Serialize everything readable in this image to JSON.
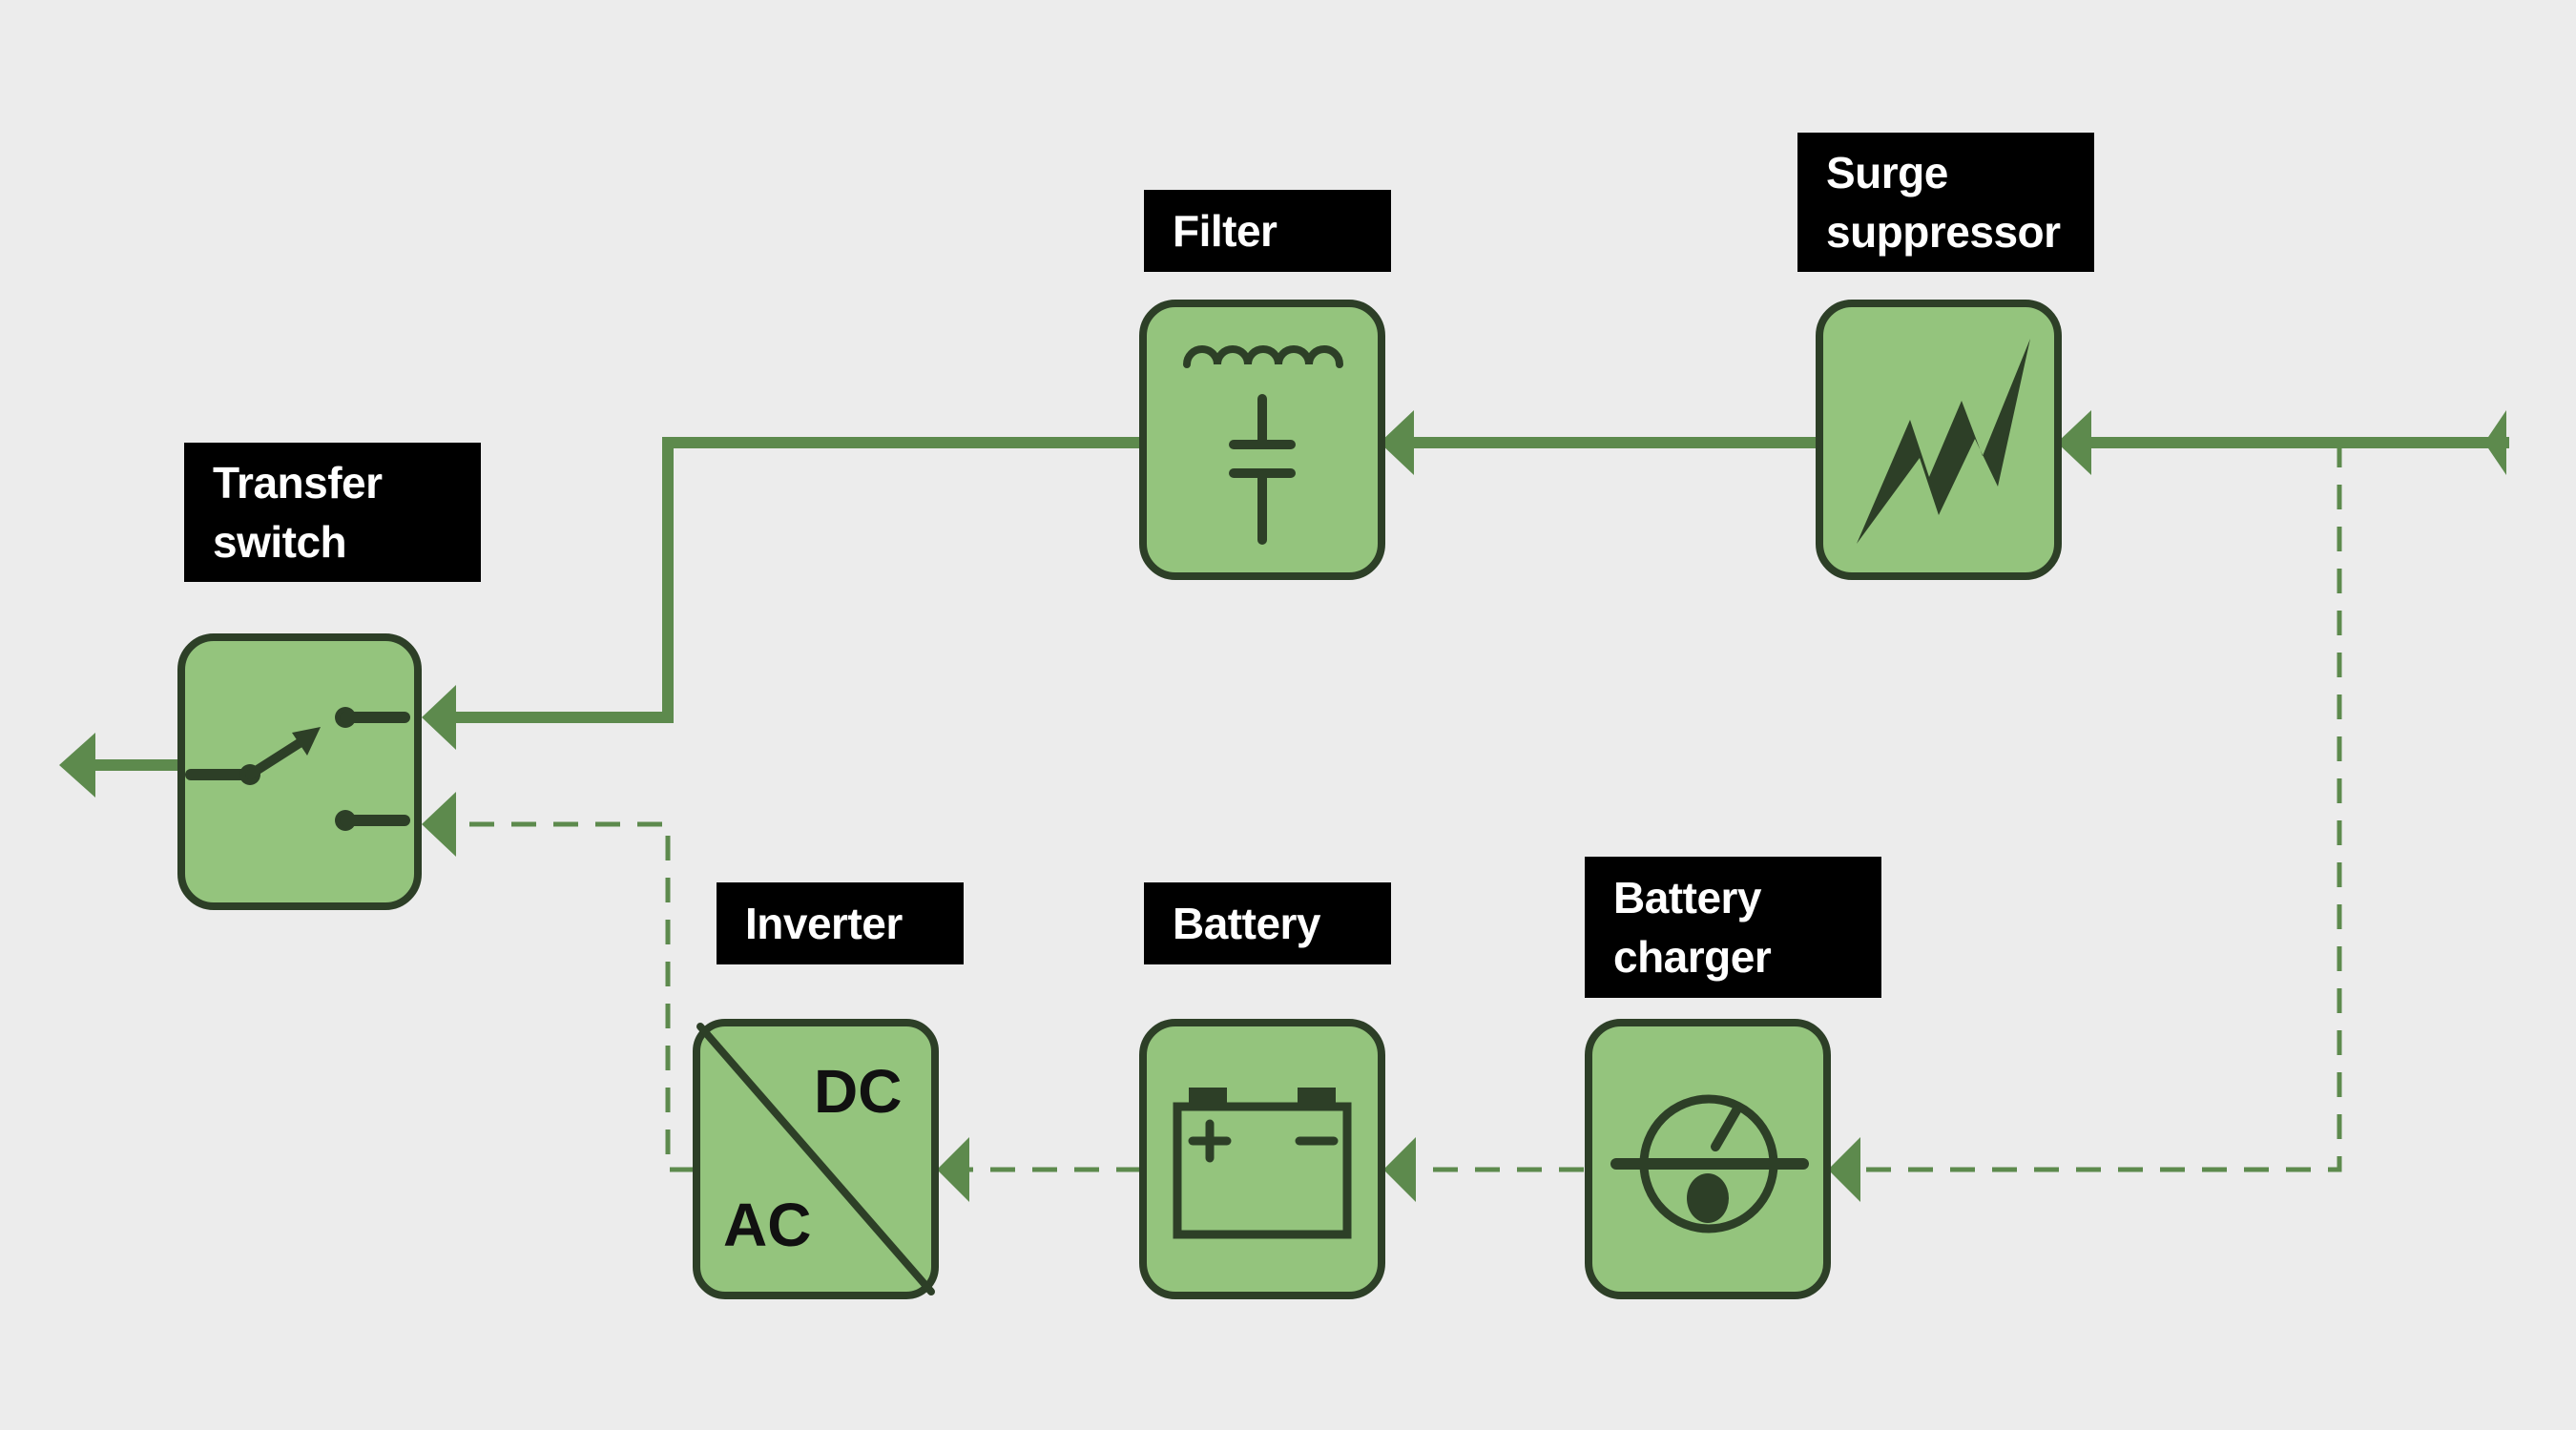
{
  "diagram": {
    "title": "",
    "colors": {
      "background": "#ececec",
      "block_fill": "#94c47d",
      "block_stroke": "#2d3f27",
      "line": "#5d8a4d",
      "label_bg": "#000000",
      "label_text": "#ffffff"
    },
    "blocks": {
      "transfer_switch": {
        "label_line1": "Transfer",
        "label_line2": "switch",
        "icon": "switch-icon"
      },
      "filter": {
        "label": "Filter",
        "icon": "inductor-capacitor-icon"
      },
      "surge_suppressor": {
        "label_line1": "Surge",
        "label_line2": "suppressor",
        "icon": "lightning-bolt-icon"
      },
      "inverter": {
        "label": "Inverter",
        "icon": "dc-ac-converter-icon",
        "text_dc": "DC",
        "text_ac": "AC"
      },
      "battery": {
        "label": "Battery",
        "icon": "battery-icon"
      },
      "battery_charger": {
        "label_line1": "Battery",
        "label_line2": "charger",
        "icon": "charger-meter-icon"
      }
    },
    "paths": {
      "primary": "solid",
      "backup": "dashed"
    }
  }
}
